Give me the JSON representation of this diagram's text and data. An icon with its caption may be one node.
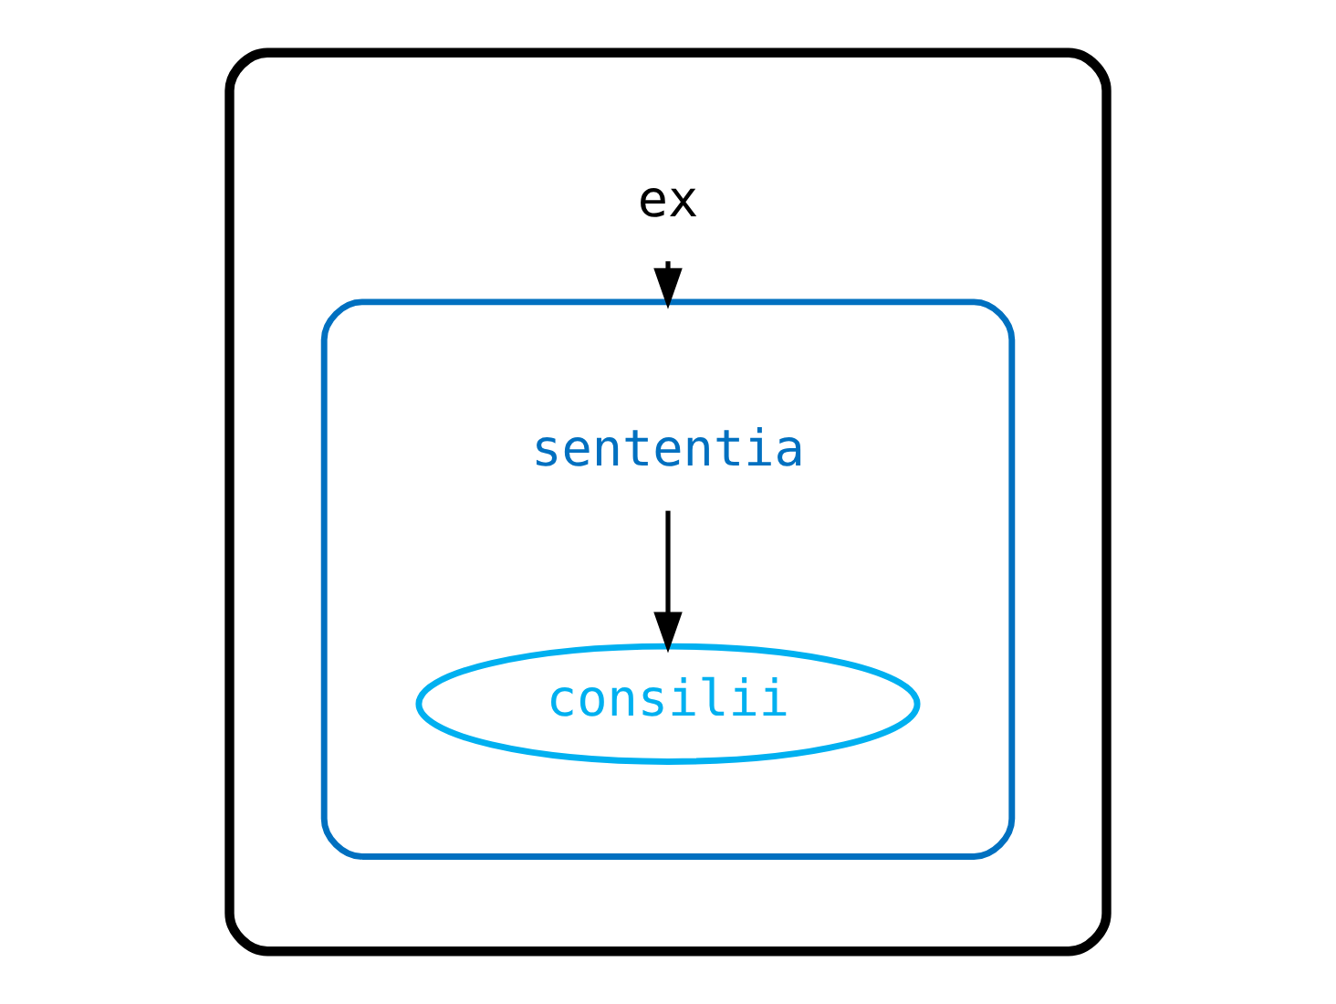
{
  "diagram": {
    "nodes": [
      {
        "text": [],
        "shape": "ellipse"
      },
      {
        "text": [
          "ex"
        ],
        "in": 0
      },
      {
        "text": [],
        "shape": "ellipse",
        "in": 0
      },
      {
        "text": [
          "sententia"
        ],
        "in": 2
      },
      {
        "text": [
          "consilii"
        ],
        "in": 2
      }
    ],
    "edges": [
      {
        "from": 1,
        "to": 2,
        "arrow": "to"
      },
      {
        "from": 3,
        "to": 4,
        "arrow": "to"
      }
    ]
  }
}
